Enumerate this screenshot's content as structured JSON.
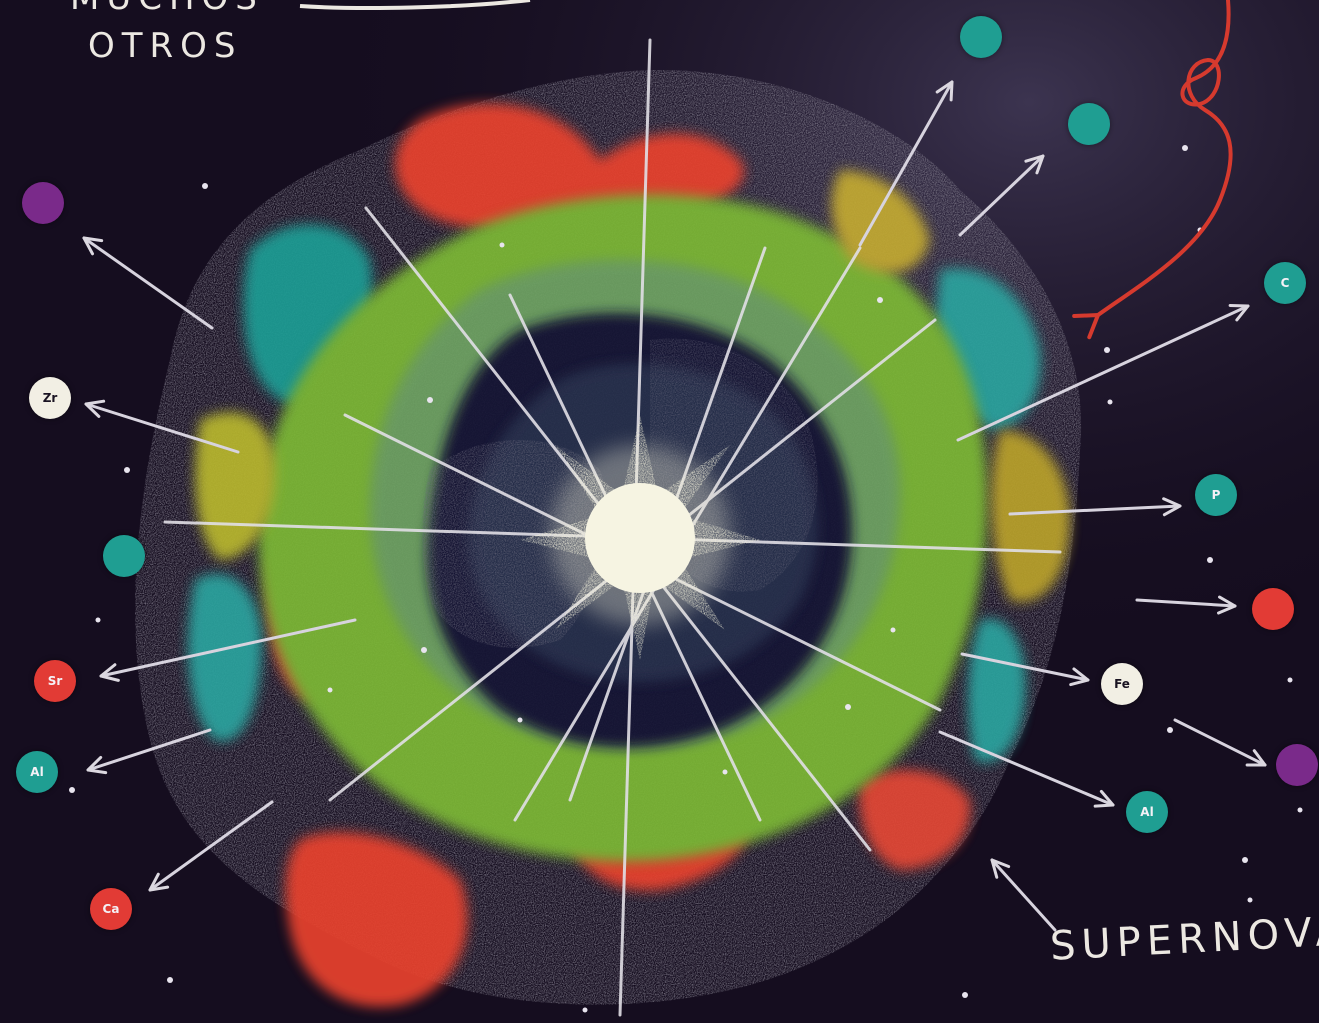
{
  "labels": {
    "muchos": "MUCHOS",
    "otros": "OTROS",
    "supernova": "SUPERNOVA"
  },
  "elements": [
    {
      "symbol": "",
      "color": "#1f9e92"
    },
    {
      "symbol": "",
      "color": "#1f9e92"
    },
    {
      "symbol": "",
      "color": "#7a2a8a"
    },
    {
      "symbol": "C",
      "color": "#1f9e92"
    },
    {
      "symbol": "Zr",
      "color": "#f2efe4"
    },
    {
      "symbol": "P",
      "color": "#1f9e92"
    },
    {
      "symbol": "",
      "color": "#1f9e92"
    },
    {
      "symbol": "",
      "color": "#e23b35"
    },
    {
      "symbol": "Sr",
      "color": "#e23b35"
    },
    {
      "symbol": "Fe",
      "color": "#f2efe4"
    },
    {
      "symbol": "Al",
      "color": "#1f9e92"
    },
    {
      "symbol": "",
      "color": "#7a2a8a"
    },
    {
      "symbol": "Al",
      "color": "#1f9e92"
    },
    {
      "symbol": "Ca",
      "color": "#e23b35"
    }
  ]
}
